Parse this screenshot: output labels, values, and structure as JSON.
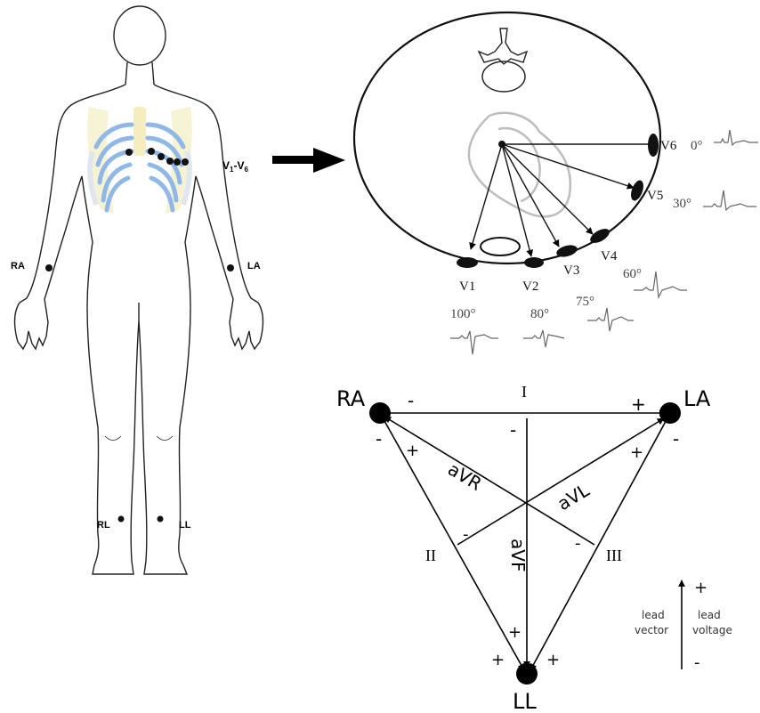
{
  "body": {
    "chest_label": "V",
    "chest_sub1": "1",
    "chest_dash": "-V",
    "chest_sub2": "6",
    "ra": "RA",
    "la": "LA",
    "rl": "RL",
    "ll": "LL"
  },
  "cross_section": {
    "leads": [
      {
        "name": "V1",
        "angle": "100°"
      },
      {
        "name": "V2",
        "angle": "80°"
      },
      {
        "name": "V3",
        "angle": "75°"
      },
      {
        "name": "V4",
        "angle": "60°"
      },
      {
        "name": "V5",
        "angle": "30°"
      },
      {
        "name": "V6",
        "angle": "0°"
      }
    ]
  },
  "einthoven": {
    "ra": "RA",
    "la": "LA",
    "ll": "LL",
    "lead_i": "I",
    "lead_ii": "II",
    "lead_iii": "III",
    "avr": "aVR",
    "avl": "aVL",
    "avf": "aVF",
    "plus": "+",
    "minus": "-"
  },
  "legend": {
    "lead_vector_1": "lead",
    "lead_vector_2": "vector",
    "lead_voltage_1": "lead",
    "lead_voltage_2": "voltage",
    "plus": "+",
    "minus": "-"
  },
  "colors": {
    "ribs": "#8fb8e6",
    "sternum": "#f3edbf",
    "heart_outline": "#bdbdbd",
    "ink": "#000000",
    "trace": "#666666"
  }
}
